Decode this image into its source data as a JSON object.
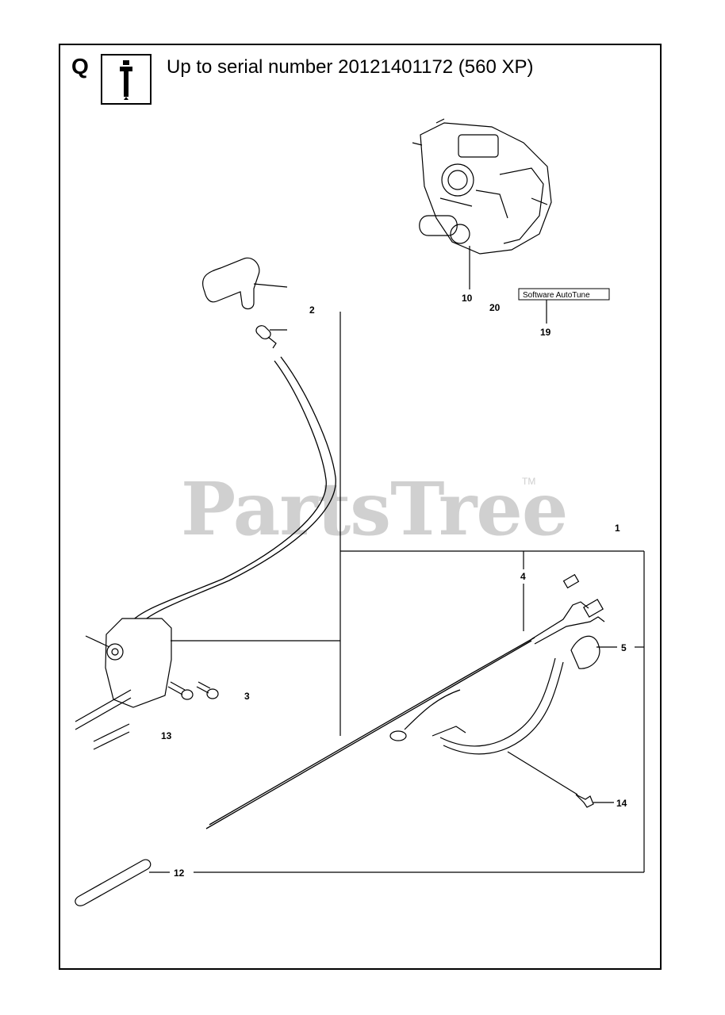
{
  "header": {
    "section_letter": "Q",
    "title": "Up to serial number 20121401172 (560 XP)",
    "tool_icon": "wrench-screwdriver-icon"
  },
  "watermark": {
    "text": "PartsTree",
    "trademark": "TM"
  },
  "callouts": {
    "c1": "1",
    "c2": "2",
    "c3": "3",
    "c4": "4",
    "c5": "5",
    "c10": "10",
    "c12": "12",
    "c13": "13",
    "c14": "14",
    "c19": "19",
    "c20": "20"
  },
  "software_label": "Software AutoTune"
}
